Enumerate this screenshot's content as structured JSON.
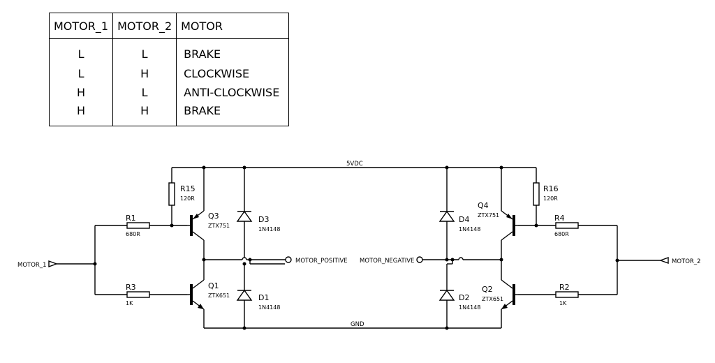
{
  "table": {
    "headers": [
      "MOTOR_1",
      "MOTOR_2",
      "MOTOR"
    ],
    "rows": [
      [
        "L",
        "L",
        "BRAKE"
      ],
      [
        "L",
        "H",
        "CLOCKWISE"
      ],
      [
        "H",
        "L",
        "ANTI-CLOCKWISE"
      ],
      [
        "H",
        "H",
        "BRAKE"
      ]
    ]
  },
  "schematic": {
    "nets": {
      "supply": "5VDC",
      "ground": "GND"
    },
    "ports": {
      "motor_1": "MOTOR_1",
      "motor_2": "MOTOR_2",
      "motor_positive": "MOTOR_POSITIVE",
      "motor_negative": "MOTOR_NEGATIVE"
    },
    "resistors": {
      "r1": {
        "ref": "R1",
        "value": "680R"
      },
      "r2": {
        "ref": "R2",
        "value": "1K"
      },
      "r3": {
        "ref": "R3",
        "value": "1K"
      },
      "r4": {
        "ref": "R4",
        "value": "680R"
      },
      "r15": {
        "ref": "R15",
        "value": "120R"
      },
      "r16": {
        "ref": "R16",
        "value": "120R"
      }
    },
    "transistors": {
      "q1": {
        "ref": "Q1",
        "value": "ZTX651"
      },
      "q2": {
        "ref": "Q2",
        "value": "ZTX651"
      },
      "q3": {
        "ref": "Q3",
        "value": "ZTX751"
      },
      "q4": {
        "ref": "Q4",
        "value": "ZTX751"
      }
    },
    "diodes": {
      "d1": {
        "ref": "D1",
        "value": "1N4148"
      },
      "d2": {
        "ref": "D2",
        "value": "1N4148"
      },
      "d3": {
        "ref": "D3",
        "value": "1N4148"
      },
      "d4": {
        "ref": "D4",
        "value": "1N4148"
      }
    }
  }
}
